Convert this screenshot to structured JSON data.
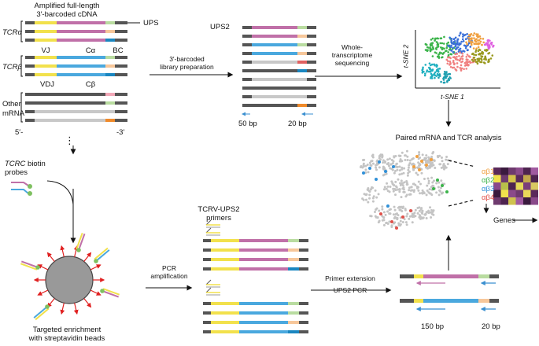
{
  "colors": {
    "yellow": "#f2e14c",
    "magenta": "#c070a8",
    "blue": "#4aa8de",
    "green_bc": "#b9dca0",
    "peach_bc": "#f7c79a",
    "teal_bc": "#1a86c0",
    "red_bc": "#e06060",
    "orange_bc": "#f08a2a",
    "pink_bc": "#f2a8b8",
    "dark_grey": "#555555",
    "light_grey": "#c8c8c8",
    "cluster_grey": "#c4c4c4",
    "ab1": "#f0a040",
    "ab2": "#3cb44b",
    "ab3": "#3090d8",
    "ab4": "#e0504a"
  },
  "top_left": {
    "title_line1": "Amplified full-length",
    "title_line2": "3′-barcoded cDNA",
    "ups_label": "UPS",
    "tcra_label": "TCRα",
    "tcra_segments": {
      "vj": "VJ",
      "c": "Cα",
      "bc": "BC"
    },
    "tcrb_label": "TCRβ",
    "tcrb_segments": {
      "vdj": "VDJ",
      "c": "Cβ"
    },
    "other_label_line1": "Other",
    "other_label_line2": "mRNA",
    "five_prime": "5′-",
    "three_prime": "-3′",
    "ellipsis": "⋮"
  },
  "library": {
    "arrow_label_line1": "3′-barcoded",
    "arrow_label_line2": "library preparation",
    "ups2_label": "UPS2",
    "left_bp": "50 bp",
    "right_bp": "20 bp"
  },
  "sequencing": {
    "arrow_label_line1": "Whole-",
    "arrow_label_line2": "transcriptome",
    "arrow_label_line3": "sequencing",
    "tsne_x": "t-SNE 1",
    "tsne_y": "t-SNE 2"
  },
  "analysis": {
    "title": "Paired mRNA and TCR analysis",
    "legend": [
      "αβ1",
      "αβ2",
      "αβ3",
      "αβ4"
    ],
    "genes_label": "Genes"
  },
  "probes": {
    "label_line1": "TCRC biotin",
    "label_line2": "probes"
  },
  "enrichment": {
    "label_line1": "Targeted enrichment",
    "label_line2": "with streptavidin beads"
  },
  "pcr": {
    "arrow_label_line1": "PCR",
    "arrow_label_line2": "amplification",
    "primers_line1": "TCRV-UPS2",
    "primers_line2": "primers"
  },
  "extension": {
    "arrow_label_line1": "Primer extension",
    "arrow_label_line2": "UPS2 PCR",
    "left_bp": "150 bp",
    "right_bp": "20 bp"
  },
  "heatmap": [
    [
      "#5a2a5a",
      "#3a1a3e",
      "#6e3a6e",
      "#8a4a8a",
      "#4e2450",
      "#a05aa0"
    ],
    [
      "#f2e14c",
      "#6e3a6e",
      "#d4c24a",
      "#5a2a5a",
      "#c3a84c",
      "#4e2450"
    ],
    [
      "#8a4a8a",
      "#b8c04a",
      "#4e2450",
      "#e6da58",
      "#7a3e7a",
      "#d8c862"
    ],
    [
      "#3a1a3e",
      "#f2e14c",
      "#8a4a8a",
      "#6e3a6e",
      "#e8d85a",
      "#5a2a5a"
    ],
    [
      "#6e3a6e",
      "#4e2450",
      "#cfc24e",
      "#a05aa0",
      "#3a1a3e",
      "#8a4a8a"
    ]
  ]
}
